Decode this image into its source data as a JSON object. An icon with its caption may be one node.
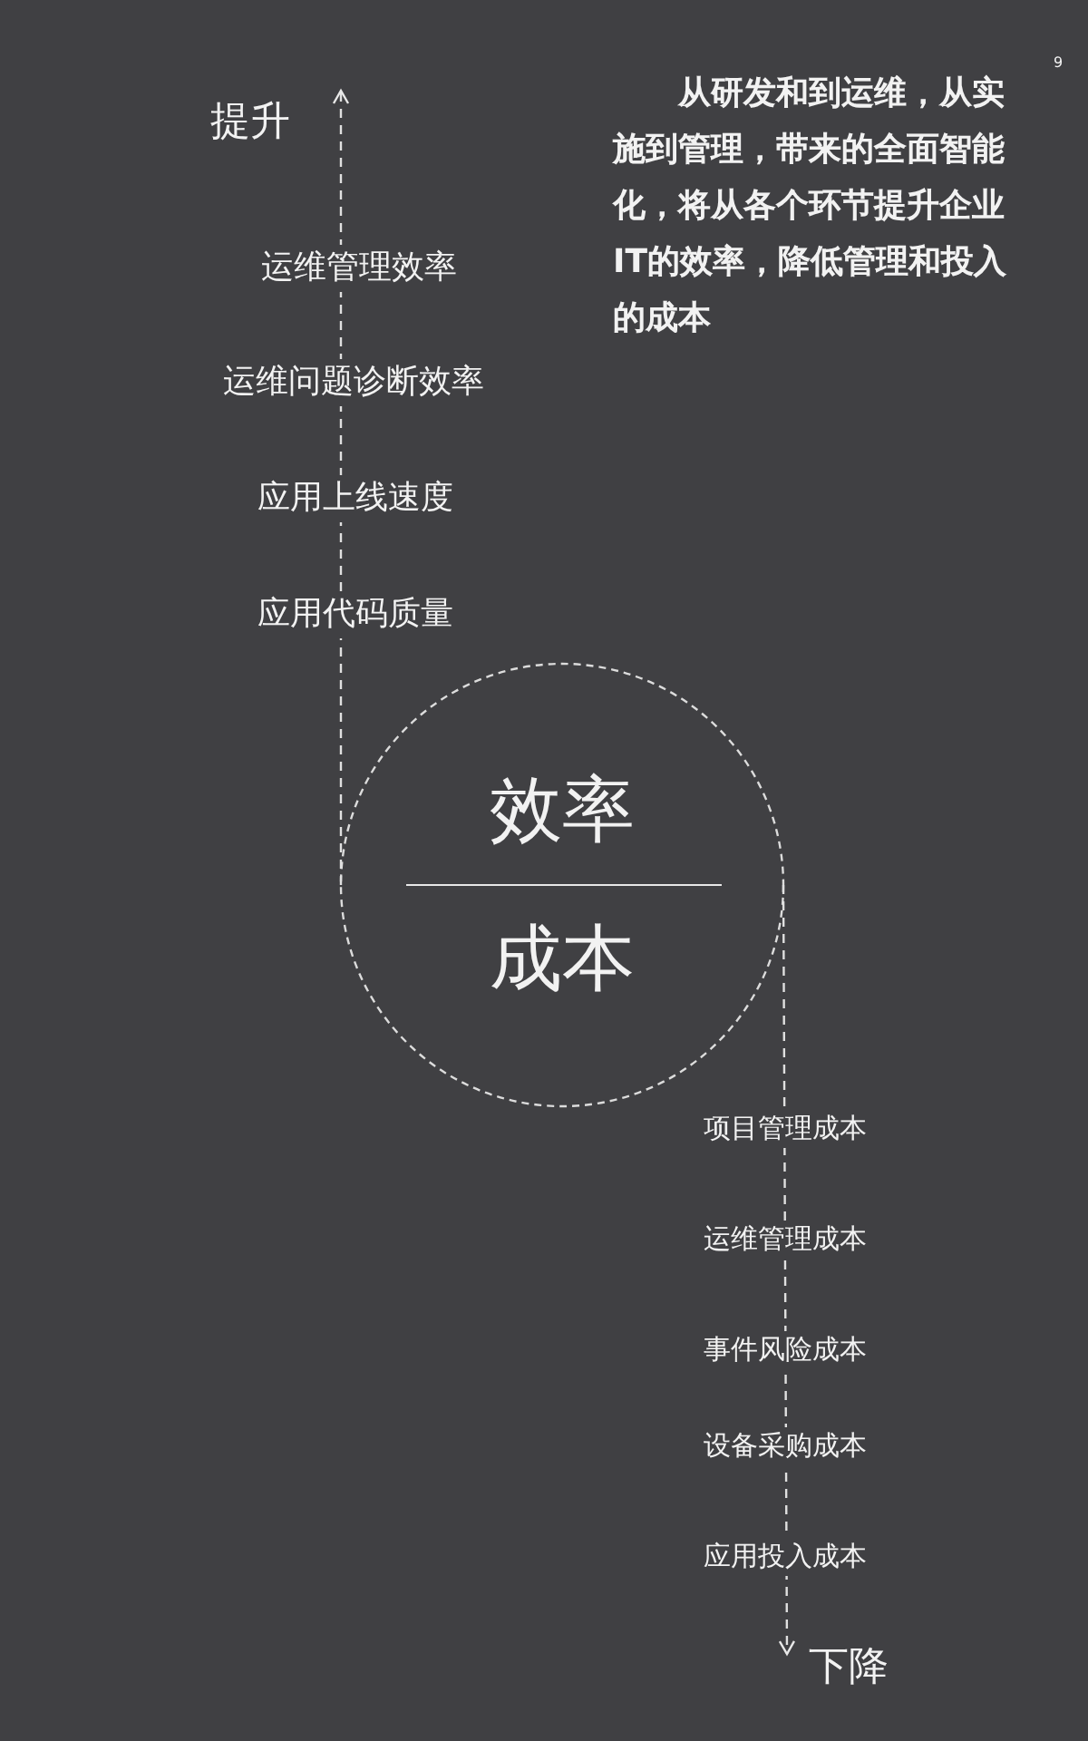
{
  "diagram": {
    "nodes": [
      {
        "text": [
          "效率",
          "成本"
        ]
      },
      {
        "text": [
          "提升"
        ]
      },
      {
        "text": [
          "下降"
        ]
      }
    ],
    "edges": [
      {
        "from": 0,
        "to": 1,
        "arrow": "to",
        "style": "dashed"
      },
      {
        "from": 0,
        "to": 2,
        "arrow": "to",
        "style": "dashed"
      }
    ],
    "labels": [
      "9",
      "从研发和到运维，从实施到管理，带来的全面智能化，将从各个环节提升企业IT的效率，降低管理和投入的成本",
      "运维管理效率",
      "运维问题诊断效率",
      "应用上线速度",
      "应用代码质量",
      "项目管理成本",
      "运维管理成本",
      "事件风险成本",
      "设备采购成本",
      "应用投入成本"
    ]
  }
}
